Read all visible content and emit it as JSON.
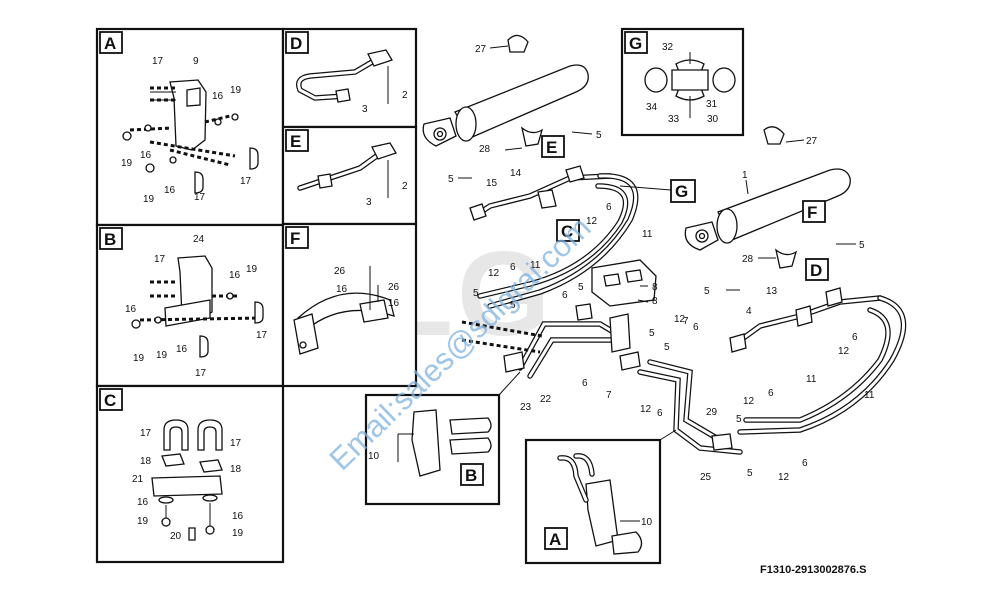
{
  "logo_watermark": "SDLG",
  "watermark_text": "Email:sales@sdlgrai.com",
  "figure_code": "F1310-2913002876.S",
  "detail_tags": [
    "A",
    "B",
    "C",
    "D",
    "E",
    "F",
    "G"
  ],
  "labels": {
    "n1": "1",
    "n2": "2",
    "n3": "3",
    "n4": "4",
    "n5": "5",
    "n6": "6",
    "n7": "7",
    "n8": "8",
    "n9": "9",
    "n10": "10",
    "n11": "11",
    "n12": "12",
    "n13": "13",
    "n14": "14",
    "n15": "15",
    "n16": "16",
    "n17": "17",
    "n18": "18",
    "n19": "19",
    "n20": "20",
    "n21": "21",
    "n22": "22",
    "n23": "23",
    "n24": "24",
    "n25": "25",
    "n26": "26",
    "n27": "27",
    "n28": "28",
    "n29": "29",
    "n30": "30",
    "n31": "31",
    "n32": "32",
    "n33": "33",
    "n34": "34"
  }
}
